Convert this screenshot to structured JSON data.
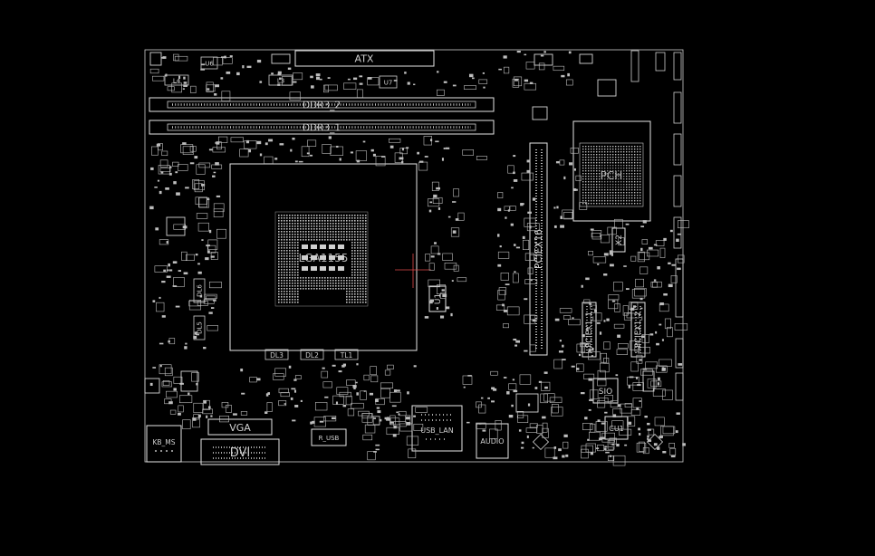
{
  "labels": {
    "atx": "ATX",
    "ddr3_2": "DDR3_2",
    "ddr3_1": "DDR3_1",
    "cpu_socket": "LGA1155",
    "pch": "PCH",
    "pciex16": "PCIEX16",
    "pciex1_1": "PCIEX1_1",
    "pciex1_2": "PCIEX1_2",
    "sio": "SIO",
    "cu1": "CU1",
    "x2": "X2",
    "u1": "U1",
    "vga": "VGA",
    "dvi": "DVI",
    "kb_ms": "KB_MS",
    "r_usb": "R_USB",
    "usb_lan": "USB_LAN",
    "audio": "AUDIO",
    "dl3": "DL3",
    "dl2": "DL2",
    "tl1": "TL1",
    "dl6": "DL6",
    "dl5": "DL5",
    "l4": "L4",
    "l3": "L3",
    "u7": "U7",
    "u6": "U6"
  },
  "colors": {
    "background": "#000000",
    "outline": "#cfcfcf",
    "pad": "#bdbdbd",
    "cursor": "#e04a4a"
  }
}
